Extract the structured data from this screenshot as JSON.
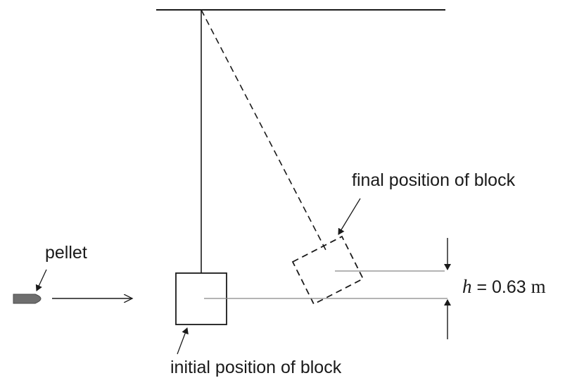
{
  "labels": {
    "pellet": "pellet",
    "final_position": "final position of block",
    "initial_position": "initial position of block"
  },
  "height": {
    "variable": "h",
    "equals": " = 0.63 ",
    "unit": "m"
  },
  "colors": {
    "ink": "#1a1a1a",
    "pellet_fill": "#6e6e6e",
    "guide_line": "#888888"
  }
}
